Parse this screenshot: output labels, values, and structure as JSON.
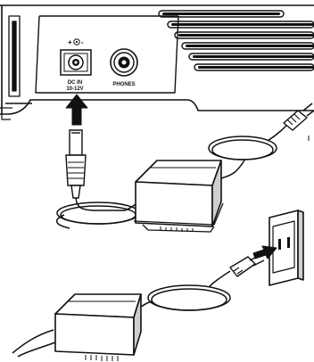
{
  "figure": {
    "labels": {
      "polarity_plus": "+",
      "polarity_minus": "-",
      "jack_label_line1": "DC IN",
      "jack_label_line2": "10-12V",
      "phones_label": "PHONES"
    },
    "icons": [
      "dc-polarity-icon",
      "insertion-arrow-icon",
      "plug-insertion-arrow-icon"
    ],
    "colors": {
      "line": "#111111",
      "fill": "#ffffff",
      "shade": "#cfcfcf"
    }
  }
}
